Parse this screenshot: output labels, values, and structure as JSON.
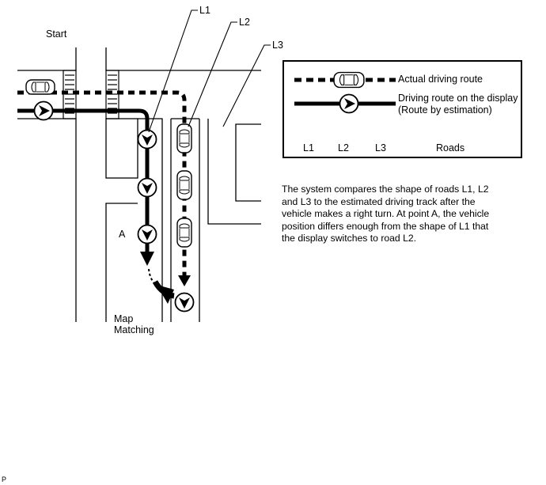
{
  "labels": {
    "start": "Start",
    "l1": "L1",
    "l2": "L2",
    "l3": "L3",
    "point_a": "A",
    "map_matching_1": "Map",
    "map_matching_2": "Matching",
    "corner": "P"
  },
  "legend": {
    "actual_route": "Actual driving route",
    "display_route_1": "Driving route on the display",
    "display_route_2": "(Route by estimation)",
    "roads": [
      "L1",
      "L2",
      "L3"
    ],
    "roads_label": "Roads"
  },
  "description": [
    "The system compares the shape of roads L1, L2",
    "and L3 to the estimated driving track after the",
    "vehicle makes a right turn. At point A, the vehicle",
    "position differs enough from the shape of L1 that",
    "the display switches to road L2."
  ]
}
